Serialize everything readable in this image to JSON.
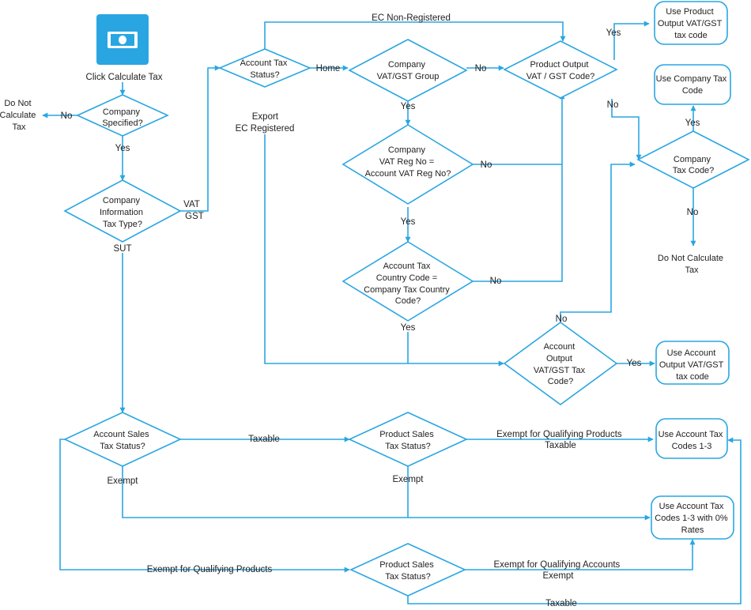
{
  "start": {
    "label": "Click Calculate Tax",
    "icon": "money-bill-icon"
  },
  "nodes": {
    "company_specified": [
      "Company",
      "Specified?"
    ],
    "do_not_calc_left": [
      "Do Not",
      "Calculate",
      "Tax"
    ],
    "company_info_tax_type": [
      "Company",
      "Information",
      "Tax Type?"
    ],
    "account_tax_status": [
      "Account Tax",
      "Status?"
    ],
    "company_vat_group": [
      "Company",
      "VAT/GST Group"
    ],
    "vat_reg_compare": [
      "Company",
      "VAT Reg No =",
      "Account VAT Reg No?"
    ],
    "country_code_compare": [
      "Account Tax",
      "Country Code =",
      "Company Tax Country",
      "Code?"
    ],
    "product_output_vat": [
      "Product Output",
      "VAT / GST Code?"
    ],
    "use_product_output": [
      "Use Product",
      "Output VAT/GST",
      "tax code"
    ],
    "use_company_tax": [
      "Use Company Tax",
      "Code"
    ],
    "company_tax_code": [
      "Company",
      "Tax Code?"
    ],
    "do_not_calc_right": [
      "Do Not Calculate",
      "Tax"
    ],
    "account_output_vat": [
      "Account",
      "Output",
      "VAT/GST Tax",
      "Code?"
    ],
    "use_account_output": [
      "Use Account",
      "Output VAT/GST",
      "tax code"
    ],
    "account_sales_tax_status": [
      "Account Sales",
      "Tax Status?"
    ],
    "product_sales_tax_status_1": [
      "Product Sales",
      "Tax Status?"
    ],
    "use_account_tax_codes": [
      "Use Account Tax",
      "Codes 1-3"
    ],
    "use_account_tax_codes_zero": [
      "Use Account Tax",
      "Codes 1-3 with 0%",
      "Rates"
    ],
    "product_sales_tax_status_2": [
      "Product Sales",
      "Tax Status?"
    ]
  },
  "edge_labels": {
    "no_specified": "No",
    "yes_specified": "Yes",
    "vat_gst": [
      "VAT",
      "GST"
    ],
    "sut": "SUT",
    "ec_non_registered": "EC Non-Registered",
    "home": "Home",
    "export_ec": [
      "Export",
      "EC Registered"
    ],
    "no_group": "No",
    "yes_group": "Yes",
    "no_vatreg": "No",
    "yes_vatreg": "Yes",
    "no_country": "No",
    "yes_country": "Yes",
    "yes_product_output": "Yes",
    "no_product_output": "No",
    "yes_company_tax": "Yes",
    "no_company_tax": "No",
    "no_account_output": "No",
    "yes_account_output": "Yes",
    "taxable_1": "Taxable",
    "exempt_1": "Exempt",
    "exempt_qual_taxable": [
      "Exempt for Qualifying Products",
      "Taxable"
    ],
    "exempt_2": "Exempt",
    "exempt_qual_products": "Exempt for Qualifying Products",
    "exempt_qual_accounts": [
      "Exempt for Qualifying Accounts",
      "Exempt"
    ],
    "taxable_2": "Taxable"
  },
  "colors": {
    "stroke": "#29a6e2",
    "icon_fill": "#29a6e2",
    "text": "#222222"
  }
}
